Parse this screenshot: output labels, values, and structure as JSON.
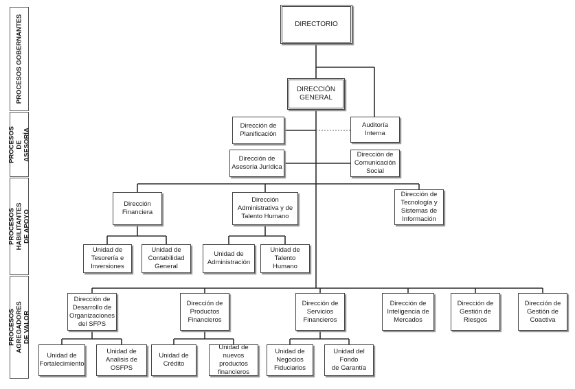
{
  "side_labels": {
    "gobernantes": "PROCESOS GOBERNANTES",
    "asesoria": "PROCESOS DE\nASESORÍA",
    "habilitantes": "PROCESOS HABILITANTES\nDE APOYO",
    "agregadores": "PROCESOS AGREGADORES\nDE VALOR"
  },
  "boxes": {
    "directorio": "DIRECTORIO",
    "direccion_general": "DIRECCIÓN\nGENERAL",
    "planificacion": "Dirección de\nPlanificación",
    "auditoria": "Auditoría Interna",
    "asesoria_juridica": "Dirección de\nAsesoría Jurídica",
    "comunicacion": "Dirección de\nComunicación Social",
    "financiera": "Dirección\nFinanciera",
    "administrativa": "Dirección\nAdministrativa y de\nTalento Humano",
    "tecnologia": "Dirección de\nTecnología y\nSistemas de\nInformación",
    "tesoreria": "Unidad de\nTesorería e\nInversiones",
    "contabilidad": "Unidad de\nContabilidad\nGeneral",
    "administracion": "Unidad de\nAdministración",
    "talento": "Unidad de Talento\nHumano",
    "desarrollo": "Dirección de\nDesarrollo de\nOrganizaciones\ndel SFPS",
    "productos": "Dirección de\nProductos\nFinancieros",
    "servicios": "Dirección de\nServicios\nFinancieros",
    "inteligencia": "Dirección de\nInteligencia de\nMercados",
    "riesgos": "Dirección de\nGestión de Riesgos",
    "coactiva": "Dirección de\nGestión de Coactiva",
    "fortalecimiento": "Unidad de\nFortalecimiento",
    "analisis": "Unidad de Analisis de\nOSFPS",
    "credito": "Unidad de Crédito",
    "nuevos_productos": "Unidad de nuevos\nproductos\nfinancieros",
    "negocios": "Unidad de\nNegocios\nFiduciarios",
    "fondo": "Unidad del Fondo\nde Garantía"
  }
}
